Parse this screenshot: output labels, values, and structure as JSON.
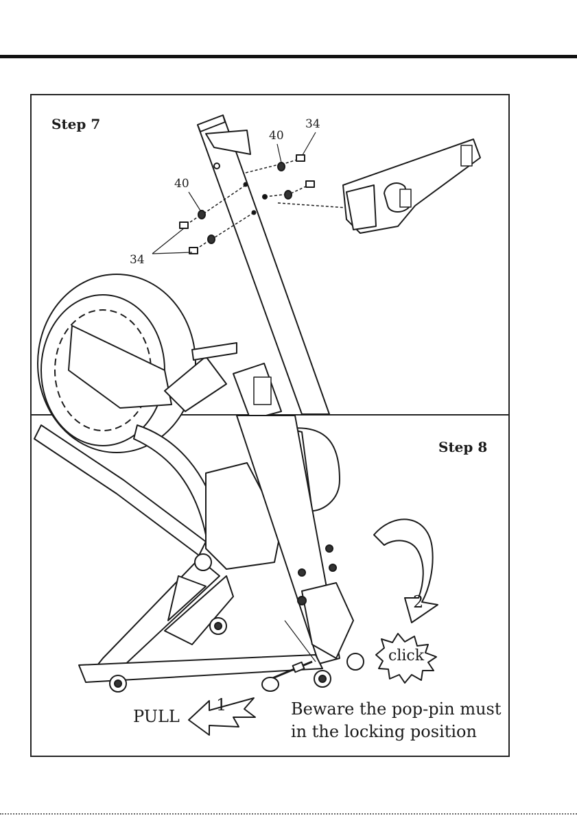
{
  "step7": {
    "title": "Step 7",
    "part_bolt": "34",
    "part_washer": "40"
  },
  "step8": {
    "title": "Step 8"
  },
  "instructions": {
    "pull_label": "PULL",
    "arrow1_number": "1",
    "arrow2_number": "2",
    "click_label": "click",
    "note_line1": "Beware the pop-pin must",
    "note_line2": "in the locking position"
  }
}
